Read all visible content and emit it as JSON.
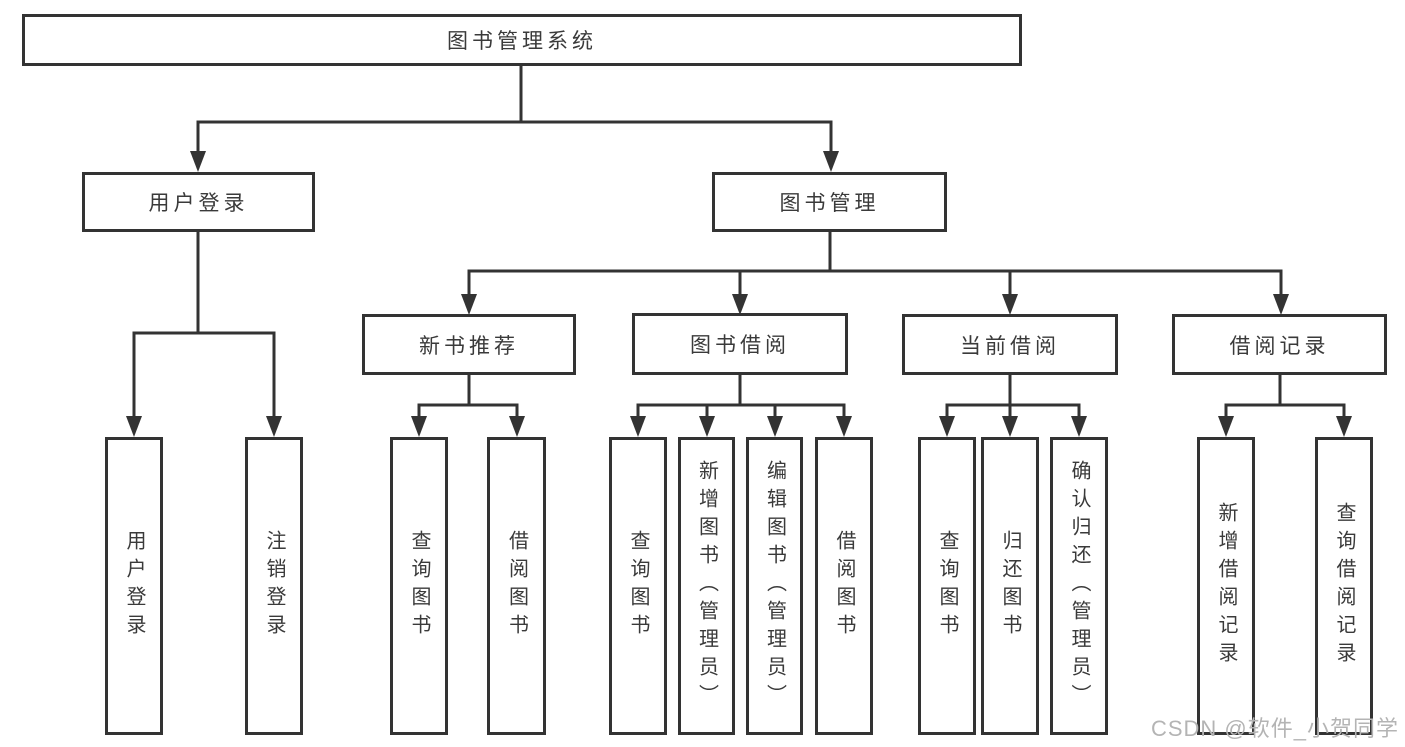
{
  "tree": {
    "root": {
      "label": "图书管理系统",
      "children": [
        {
          "label": "用户登录",
          "children": [
            {
              "label": "用户登录"
            },
            {
              "label": "注销登录"
            }
          ]
        },
        {
          "label": "图书管理",
          "children": [
            {
              "label": "新书推荐",
              "children": [
                {
                  "label": "查询图书"
                },
                {
                  "label": "借阅图书"
                }
              ]
            },
            {
              "label": "图书借阅",
              "children": [
                {
                  "label": "查询图书"
                },
                {
                  "label": "新增图书（管理员）"
                },
                {
                  "label": "编辑图书（管理员）"
                },
                {
                  "label": "借阅图书"
                }
              ]
            },
            {
              "label": "当前借阅",
              "children": [
                {
                  "label": "查询图书"
                },
                {
                  "label": "归还图书"
                },
                {
                  "label": "确认归还（管理员）"
                }
              ]
            },
            {
              "label": "借阅记录",
              "children": [
                {
                  "label": "新增借阅记录"
                },
                {
                  "label": "查询借阅记录"
                }
              ]
            }
          ]
        }
      ]
    }
  },
  "watermark": {
    "text": "CSDN @软件_小贺同学",
    "color": "#b4b4b4"
  },
  "colors": {
    "line": "#333333",
    "text": "#3a3a3a",
    "background": "#ffffff"
  }
}
